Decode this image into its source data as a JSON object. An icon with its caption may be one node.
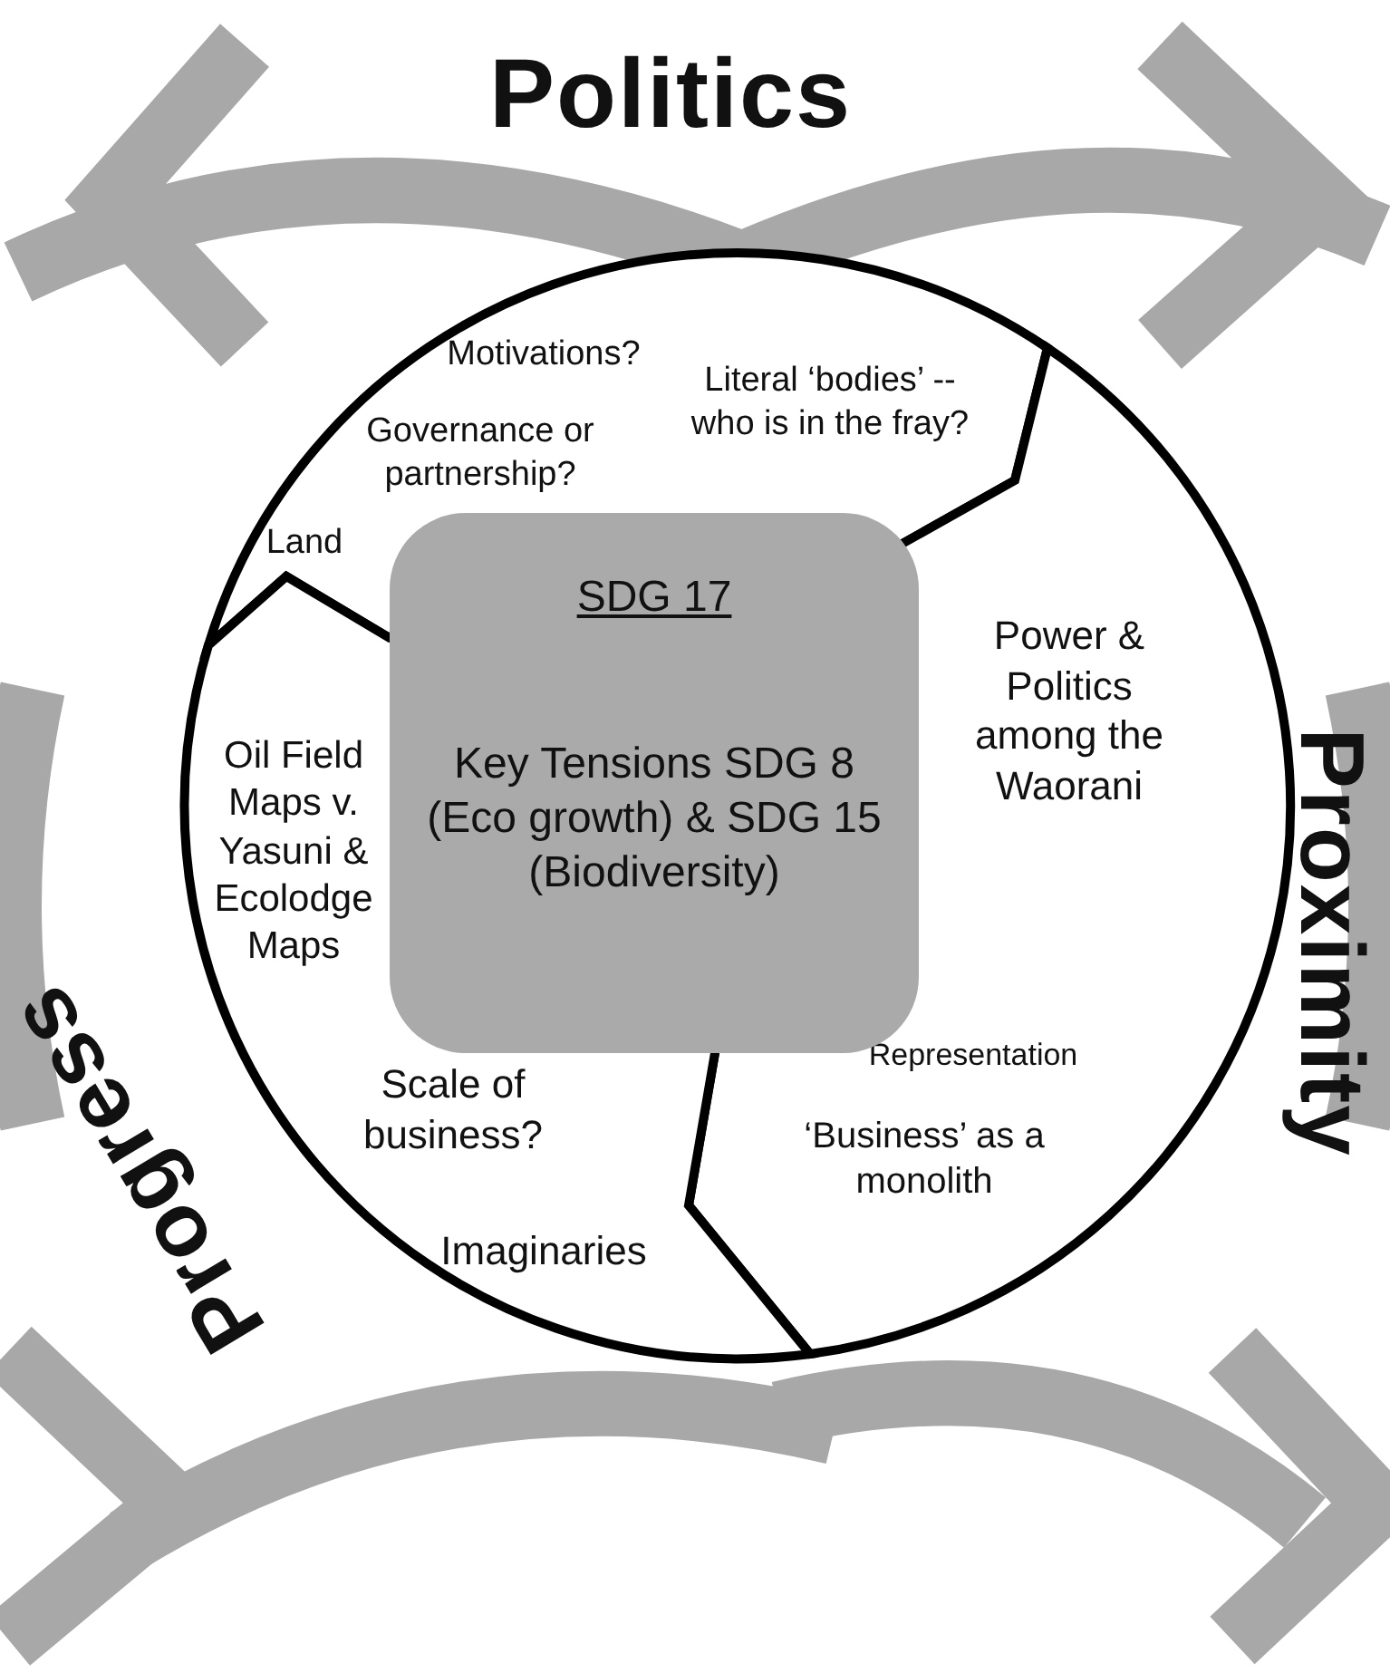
{
  "diagram": {
    "nodes": [
      {
        "text": [
          "Politics",
          "Motivations?",
          "Governance or partnership?",
          "Literal ‘bodies’ --who is in the fray?",
          "Land"
        ]
      },
      {
        "text": [
          "Proximity",
          "Power & Politics among the Waorani",
          "Representation",
          "‘Business’ as a monolith"
        ]
      },
      {
        "text": [
          "Progress",
          "Oil Field Maps v. Yasuni & Ecolodge Maps",
          "Scale of business?",
          "Imaginaries"
        ]
      },
      {
        "text": [
          "SDG 17",
          "Key Tensions SDG 8 (Eco growth) & SDG 15 (Biodiversity)"
        ]
      }
    ],
    "edges": []
  }
}
